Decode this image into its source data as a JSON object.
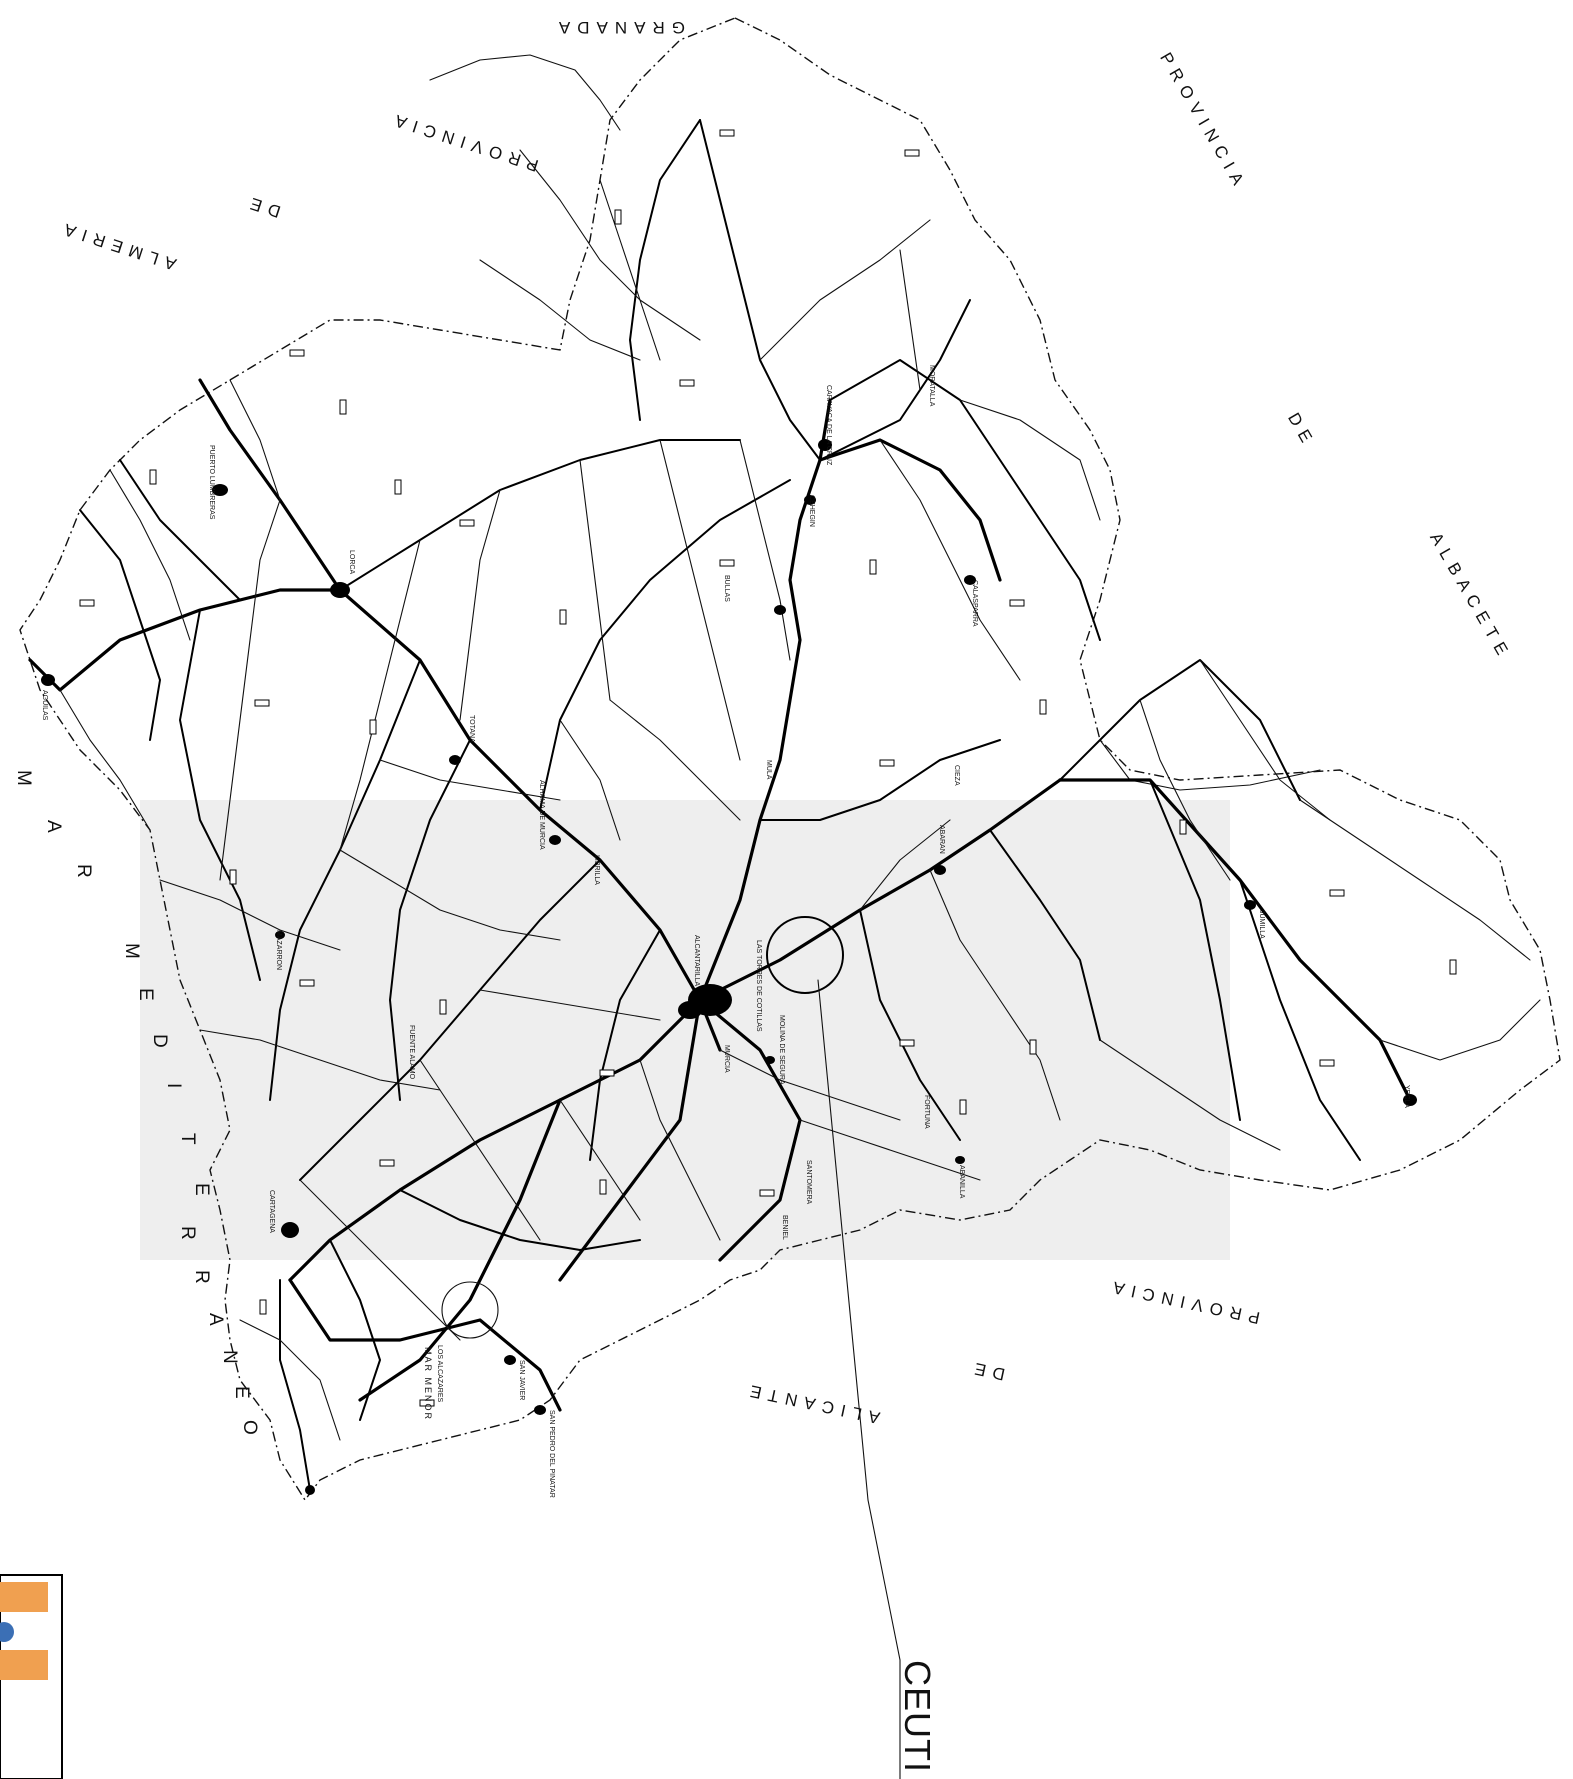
{
  "regions": {
    "granada": "GRANADA",
    "provincia_top": "PROVINCIA",
    "de_top": "DE",
    "almeria": "ALMERIA",
    "provincia_right": "PROVINCIA",
    "de_right": "DE",
    "albacete": "ALBACETE",
    "provincia_bottom": "PROVINCIA",
    "de_bottom": "DE",
    "alicante": "ALICANTE"
  },
  "sea": {
    "letters": [
      "M",
      "A",
      "R",
      "M",
      "E",
      "D",
      "I",
      "T",
      "E",
      "R",
      "R",
      "A",
      "N",
      "E",
      "O"
    ],
    "mar_menor": "MAR MENOR"
  },
  "towns": {
    "puerto_lumbreras": "PUERTO LUMBRERAS",
    "lorca": "LORCA",
    "aguilas": "AGUILAS",
    "totana": "TOTANA",
    "mazarron": "MAZARRON",
    "alhama": "ALHAMA DE MURCIA",
    "mula": "MULA",
    "bullas": "BULLAS",
    "caravaca": "CARAVACA DE LA CRUZ",
    "cehegin": "CEHEGIN",
    "calasparra": "CALASPARRA",
    "moratalla": "MORATALLA",
    "cieza": "CIEZA",
    "abaran": "ABARAN",
    "jumilla": "JUMILLA",
    "yecla": "YECLA",
    "fortuna": "FORTUNA",
    "abanilla": "ABANILLA",
    "molina": "MOLINA DE SEGURA",
    "alcantarilla": "ALCANTARILLA",
    "torres_cotillas": "LAS TORRES DE COTILLAS",
    "librilla": "LIBRILLA",
    "murcia": "MURCIA",
    "santomera": "SANTOMERA",
    "beniel": "BENIEL",
    "fuente_alamo": "FUENTE ALAMO",
    "cartagena": "CARTAGENA",
    "los_alcazares": "LOS ALCAZARES",
    "san_javier": "SAN JAVIER",
    "san_pedro": "SAN PEDRO DEL PINATAR"
  },
  "callout": {
    "label": "CEUTI"
  }
}
